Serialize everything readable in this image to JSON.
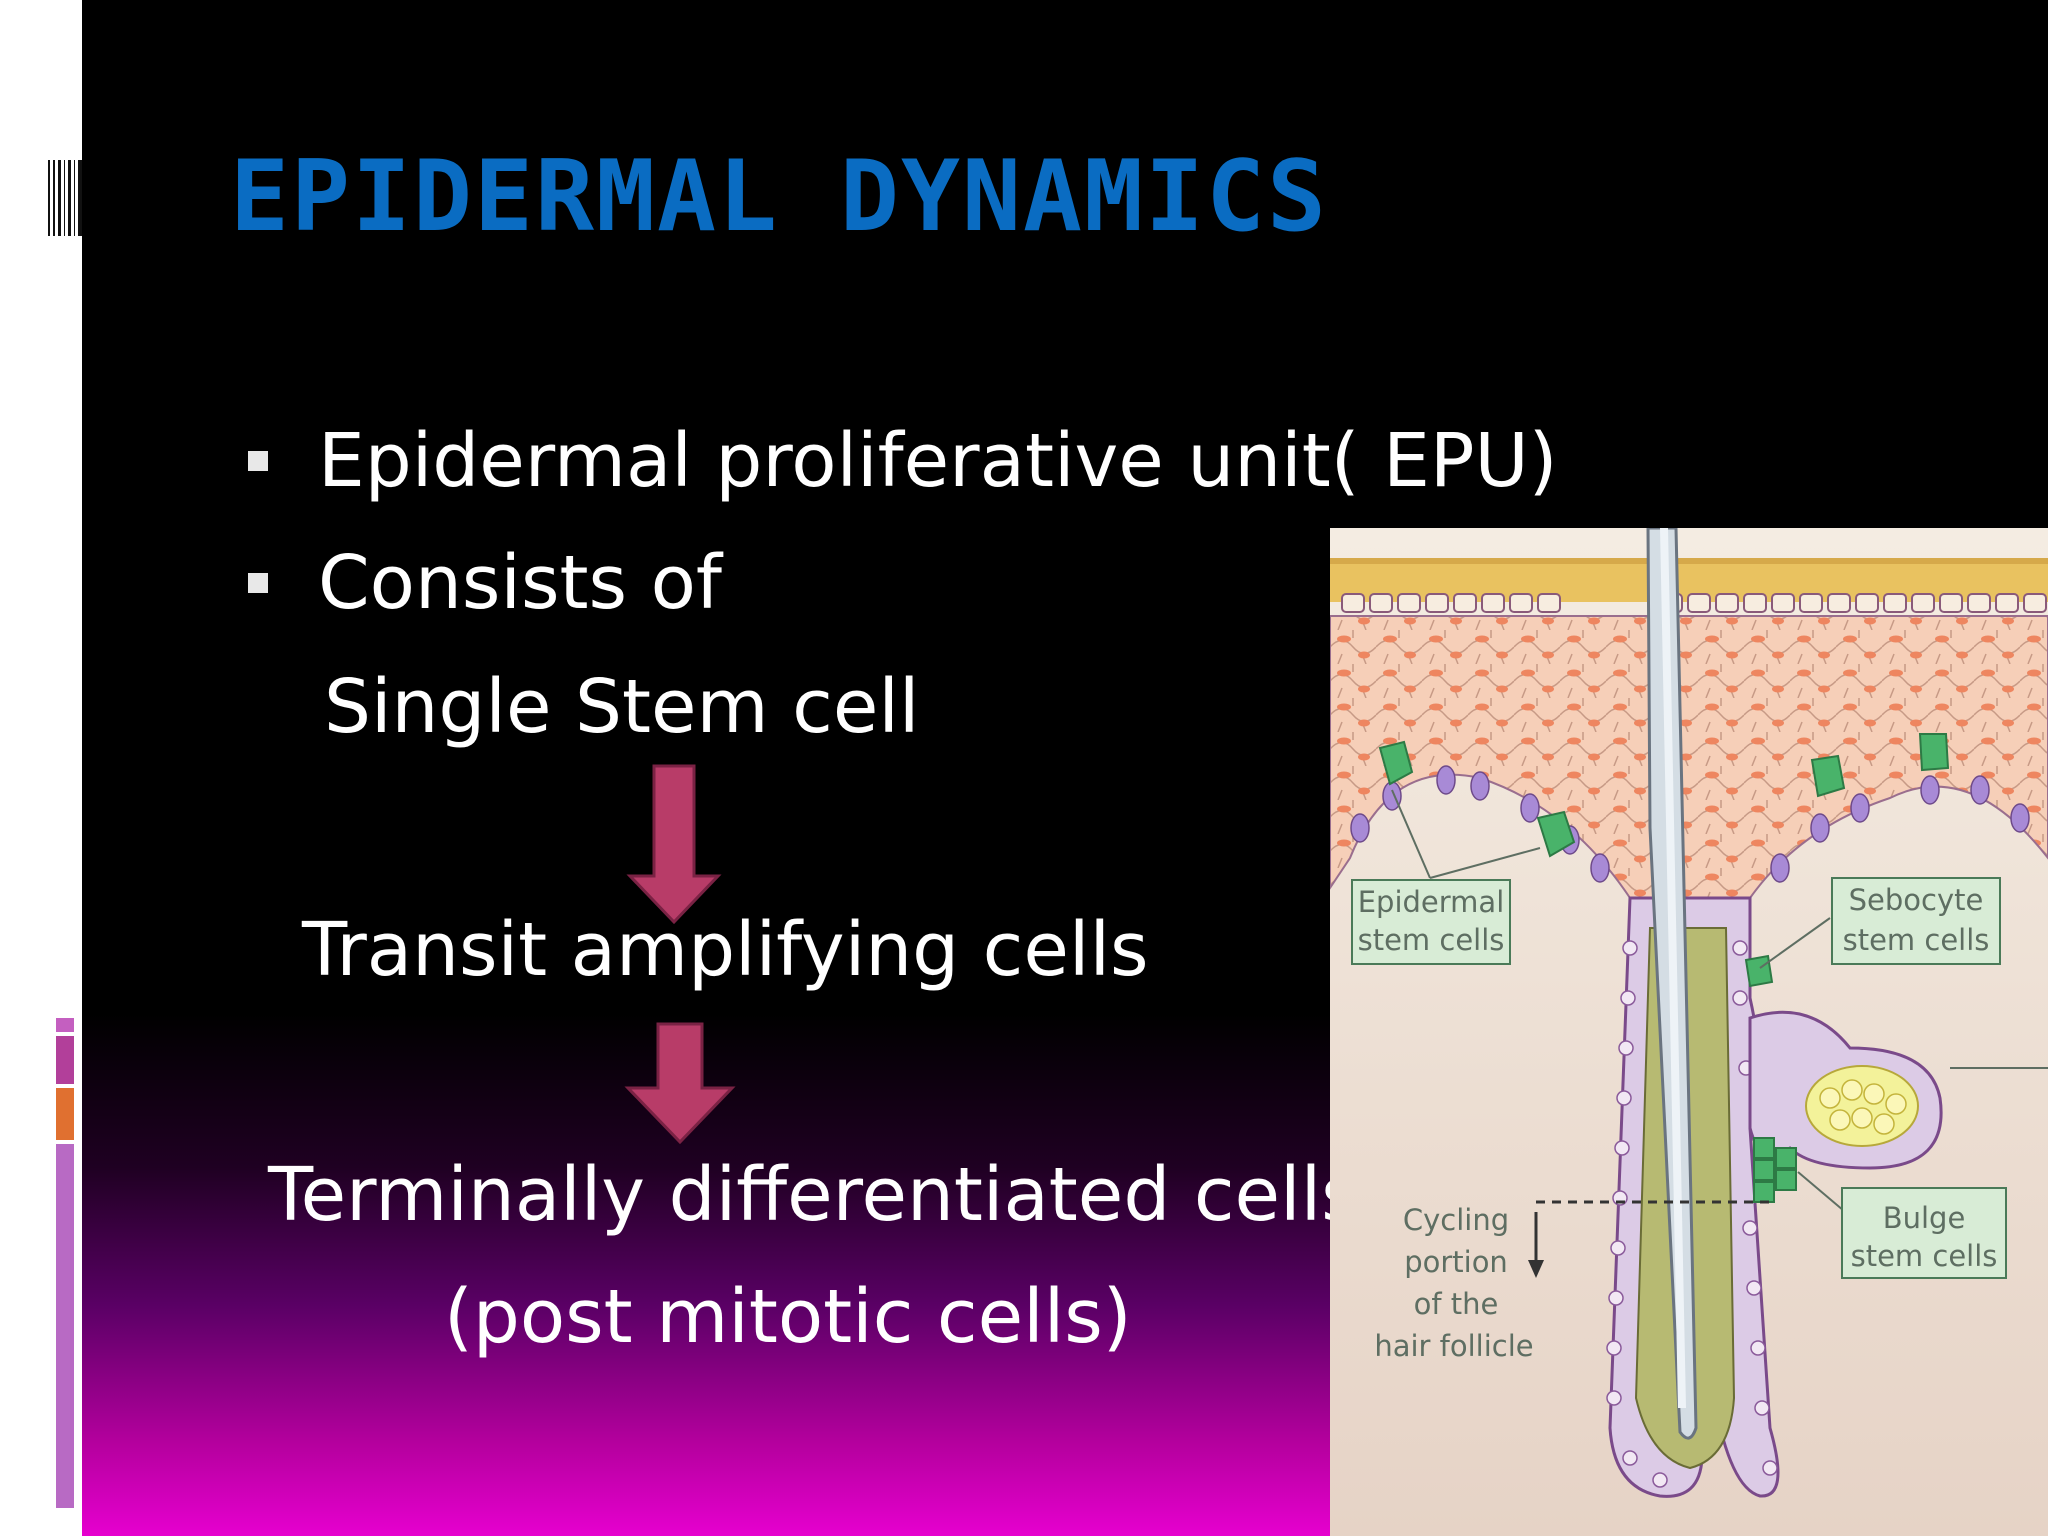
{
  "slide": {
    "title": "EPIDERMAL DYNAMICS",
    "bullets": [
      "Epidermal proliferative unit( EPU)",
      "Consists of"
    ],
    "flow": {
      "step1": "Single Stem cell",
      "step2": "Transit amplifying cells",
      "step3": "Terminally differentiated cells",
      "step3_note": "(post mitotic cells)"
    }
  },
  "diagram": {
    "labels": {
      "epidermal_line1": "Epidermal",
      "epidermal_line2": "stem cells",
      "sebocyte_line1": "Sebocyte",
      "sebocyte_line2": "stem cells",
      "bulge_line1": "Bulge",
      "bulge_line2": "stem cells",
      "cycling_line1": "Cycling",
      "cycling_line2": "portion",
      "cycling_line3": "of the",
      "cycling_line4": "hair follicle"
    }
  },
  "colors": {
    "title": "#0a6cc2",
    "arrow": "#b83c68",
    "gradient_bottom": "#e600cf",
    "stem_cell_green": "#49b36a"
  }
}
